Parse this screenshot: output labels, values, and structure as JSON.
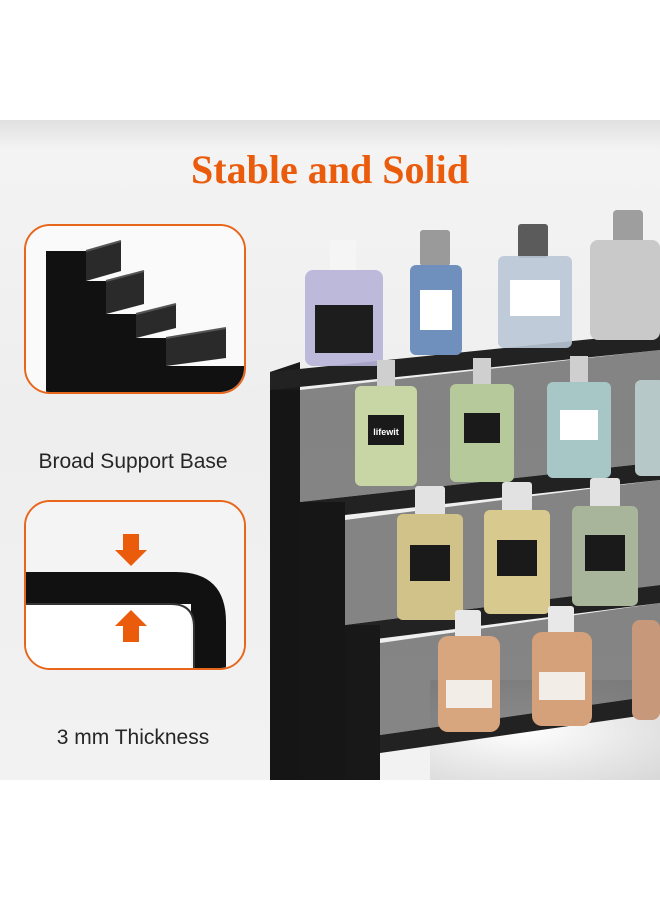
{
  "headline": "Stable and Solid",
  "callouts": [
    {
      "caption": "Broad Support Base",
      "icon": "stair-riser-closeup"
    },
    {
      "caption": "3 mm Thickness",
      "icon": "corner-thickness-closeup"
    }
  ],
  "labels": {
    "brand": "lifewit"
  },
  "colors": {
    "accent": "#ea5b0c",
    "shelf": "#1c1c1c",
    "text": "#262626"
  }
}
